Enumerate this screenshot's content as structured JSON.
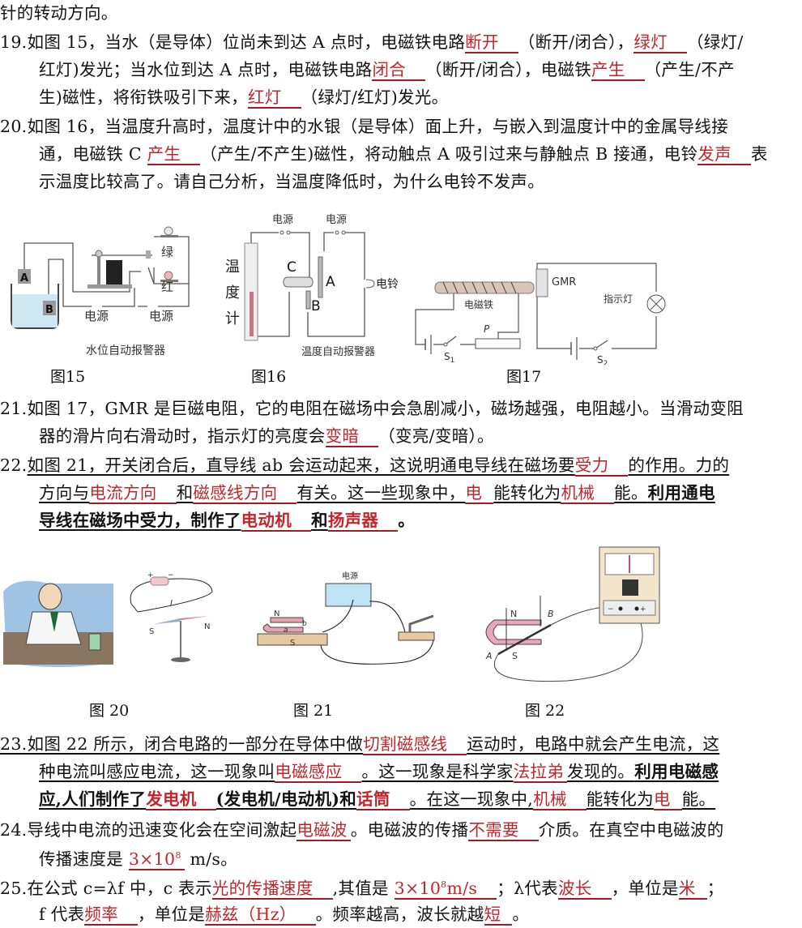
{
  "page": {
    "continuation": "针的转动方向。",
    "answer_color": "#c0262a",
    "underline_color": "#9e1c22"
  },
  "q19": {
    "num": "19.",
    "l1_a": "如图 15，当水（是导体）位尚未到达 A 点时，电磁铁电路",
    "ans1": "断开",
    "l1_b": "（断开/闭合），",
    "ans2": "绿灯",
    "l1_c": "（绿灯/",
    "l2_a": "红灯)发光；当水位到达 A 点时，电磁铁电路",
    "ans3": "闭合",
    "l2_b": "（断开/闭合），电磁铁",
    "ans4": "产生",
    "l2_c": "（产生/不产",
    "l3_a": "生)磁性，将衔铁吸引下来，",
    "ans5": "红灯",
    "l3_b": "（绿灯/红灯)发光。"
  },
  "q20": {
    "num": "20.",
    "l1": "如图 16，当温度升高时，温度计中的水银（是导体）面上升，与嵌入到温度计中的金属导线接",
    "l2_a": "通，电磁铁 C ",
    "ans1": "产生",
    "l2_b": "（产生/不产生)磁性，将动触点 A 吸引过来与静触点 B 接通，电铃",
    "ans2": "发声",
    "l2_c": "表",
    "l3": "示温度比较高了。请自己分析，当温度降低时，为什么电铃不发声。"
  },
  "figures_row1": {
    "fig15": {
      "caption": "图15",
      "subtitle": "水位自动报警器",
      "labels": {
        "a": "A",
        "b": "B",
        "green": "绿",
        "red": "红",
        "power1": "电源",
        "power2": "电源"
      }
    },
    "fig16": {
      "caption": "图16",
      "subtitle": "温度自动报警器",
      "labels": {
        "thermo1": "温",
        "thermo2": "度",
        "thermo3": "计",
        "c": "C",
        "a": "A",
        "b": "B",
        "power1": "电源",
        "power2": "电源",
        "bell": "电铃"
      }
    },
    "fig17": {
      "caption": "图17",
      "labels": {
        "magnet": "电磁铁",
        "gmr": "GMR",
        "lamp": "指示灯",
        "p": "P",
        "s1": "S",
        "s1_sub": "1",
        "s2": "S",
        "s2_sub": "2"
      }
    }
  },
  "q21": {
    "num": "21.",
    "l1": "如图 17，GMR 是巨磁电阻，它的电阻在磁场中会急剧减小，磁场越强，电阻越小。当滑动变阻",
    "l2_a": "器的滑片向右滑动时，指示灯的亮度会",
    "ans1": "变暗",
    "l2_b": "（变亮/变暗）。"
  },
  "q22": {
    "num": "22.",
    "l1_a": "如图 21，开关闭合后，直导线 ab 会运动起来，这说明通电导线在磁场要",
    "ans1": "受力",
    "l1_b": "的作用。力的",
    "l2_a": "方向与",
    "ans2": "电流方向",
    "l2_b": "和",
    "ans3": "磁感线方向",
    "l2_c": "有关。这一些现象中，",
    "ans4": "电",
    "l2_d": "能转化为",
    "ans5": "机械",
    "l2_e": "能。",
    "l2_f": "利用通电",
    "l3_a": "导线在磁场中受力，制作了",
    "ans6": "电动机",
    "l3_b": "和",
    "ans7": "扬声器",
    "l3_c": "。"
  },
  "figures_row2": {
    "fig20": {
      "caption": "图 20",
      "labels": {
        "s": "S",
        "n": "N",
        "i": "I",
        "plus": "+",
        "minus": "−"
      }
    },
    "fig21": {
      "caption": "图 21",
      "labels": {
        "power": "电源",
        "n": "N",
        "s": "S",
        "a": "a",
        "b": "b"
      }
    },
    "fig22": {
      "caption": "图 22",
      "labels": {
        "n": "N",
        "s": "S",
        "a": "A",
        "b": "B",
        "minus": "−",
        "plus": "+"
      }
    }
  },
  "q23": {
    "num": "23.",
    "l1_a": "如图 22 所示，闭合电路的一部分在导体中做",
    "ans1": "切割磁感线",
    "l1_b": "运动时，电路中就会产生电流，这",
    "l2_a": "种电流叫感应电流，这一现象叫",
    "ans2": "电磁感应",
    "l2_b": "。这一现象是科学家",
    "ans3": "法拉弟",
    "l2_c": "发现的。",
    "l2_d": "利用电磁感",
    "l3_a": "应,人们制作了",
    "ans4": "发电机",
    "l3_b": "(发电机/电动机)和",
    "ans5": "话筒",
    "l3_c": "。在这一现象中,",
    "ans6": "机械",
    "l3_d": "能转化为",
    "ans7": "电",
    "l3_e": "能。"
  },
  "q24": {
    "num": "24.",
    "l1_a": "导线中电流的迅速变化会在空间激起",
    "ans1": "电磁波",
    "l1_b": "。电磁波的传播",
    "ans2": "不需要",
    "l1_c": "介质。在真空中电磁波的",
    "l2_a": "传播速度是 ",
    "ans3_base": "3×10",
    "ans3_exp": "8",
    "l2_b": " m/s。"
  },
  "q25": {
    "num": "25.",
    "l1_a": "在公式 c=λf 中，c 表示",
    "ans1": "光的传播速度",
    "l1_b": ",其值是 ",
    "ans2_base": "3×10",
    "ans2_exp": "8",
    "ans2_unit": "m/s",
    "l1_c": "；λ代表",
    "ans3": "波长",
    "l1_d": "，单位是",
    "ans4": "米",
    "l1_e": "；",
    "l2_a": "f 代表",
    "ans5": "频率",
    "l2_b": "，单位是",
    "ans6": "赫兹（Hz）",
    "l2_c": "。频率越高，波长就越",
    "ans7": "短",
    "l2_d": "。"
  }
}
